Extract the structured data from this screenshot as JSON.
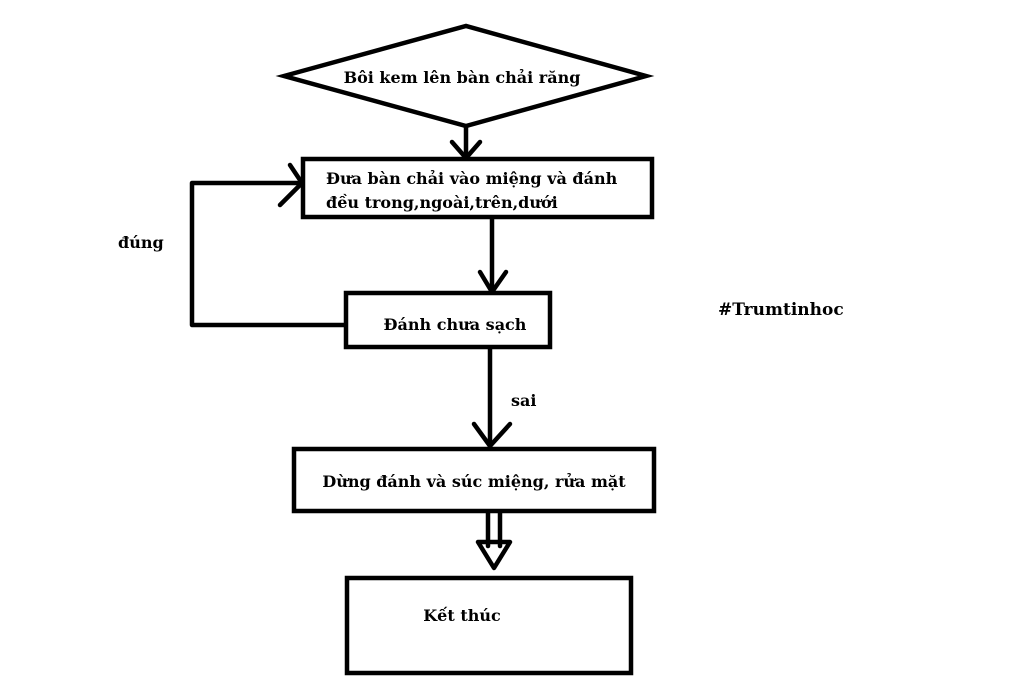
{
  "nodes": {
    "start": {
      "text": "Bôi kem lên bàn chải răng"
    },
    "brush": {
      "line1": "Đưa bàn chải vào miệng và đánh",
      "line2": "đều trong,ngoài,trên,dưới"
    },
    "check": {
      "text": "Đánh chưa sạch"
    },
    "rinse": {
      "text": "Dừng đánh và súc miệng, rửa mặt"
    },
    "end": {
      "text": "Kết thúc"
    }
  },
  "edges": {
    "yes_label": "đúng",
    "no_label": "sai"
  },
  "watermark": "#Trumtinhoc",
  "colors": {
    "stroke": "#000000",
    "background": "#ffffff"
  }
}
